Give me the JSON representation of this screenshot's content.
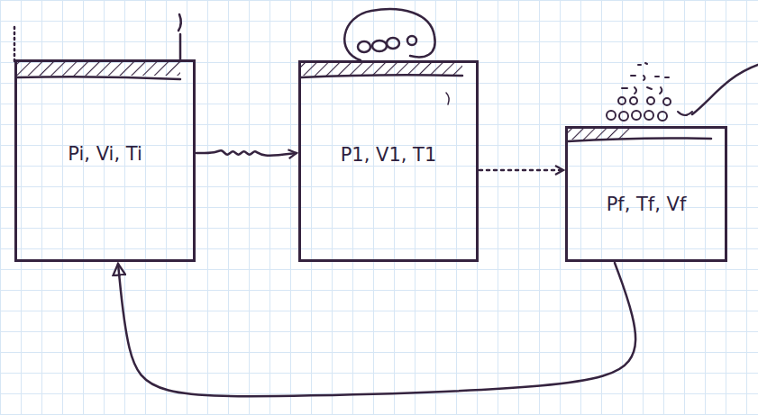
{
  "diagram": {
    "nodes": [
      {
        "text": [
          "Pi, Vi, Ti"
        ]
      },
      {
        "text": [
          "P1, V1, T1"
        ]
      },
      {
        "text": [
          "Pf, Tf, Vf"
        ]
      }
    ],
    "edges": [
      {
        "from": 0,
        "to": 1,
        "arrow": "to"
      },
      {
        "from": 1,
        "to": 2,
        "arrow": "to"
      },
      {
        "from": 2,
        "to": 0,
        "arrow": "to"
      }
    ]
  }
}
